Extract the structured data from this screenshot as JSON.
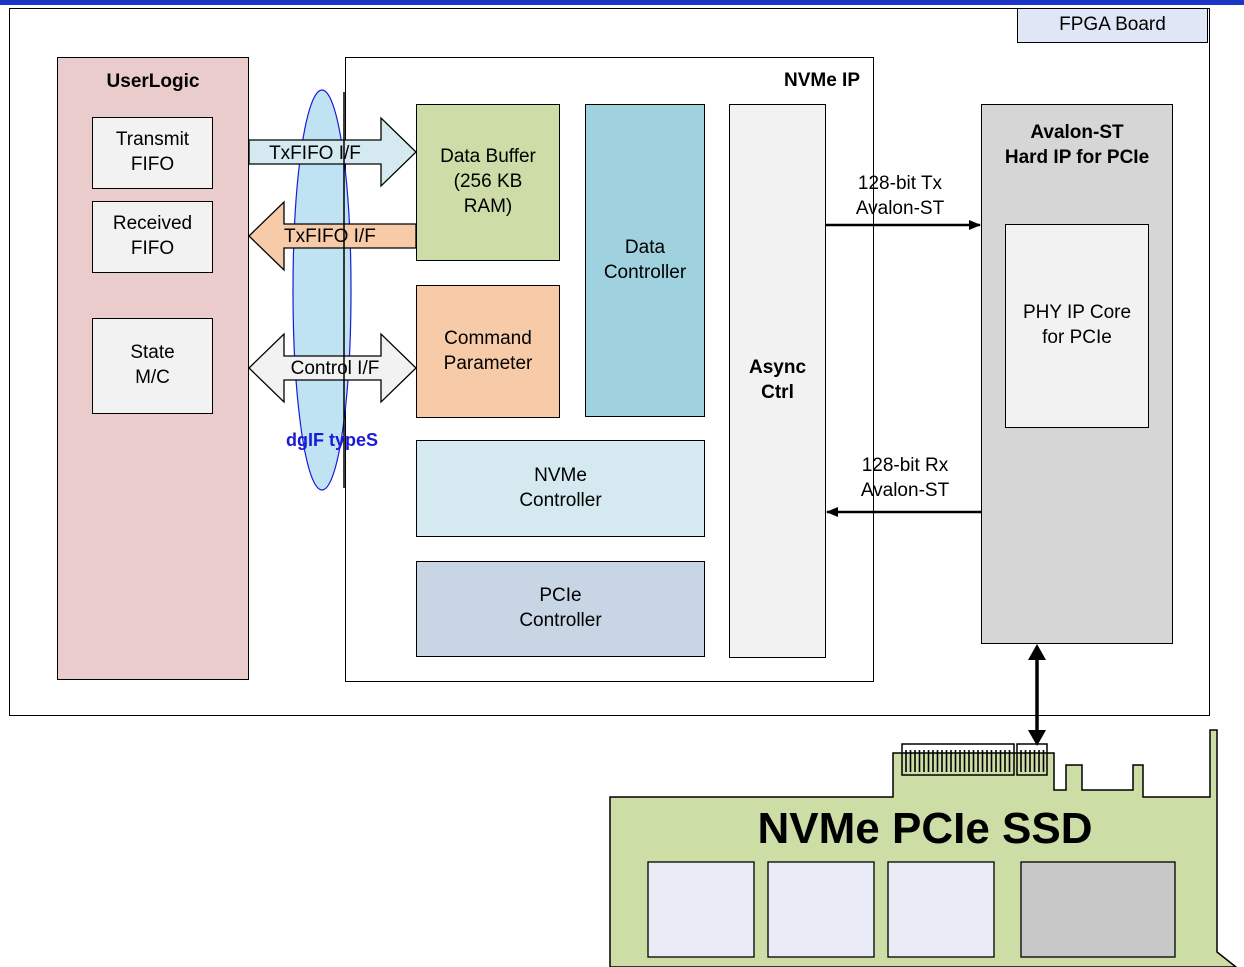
{
  "fpga_board": {
    "label": "FPGA Board"
  },
  "user_logic": {
    "title": "UserLogic",
    "transmit_fifo": "Transmit\nFIFO",
    "received_fifo": "Received\nFIFO",
    "state_mc": "State\nM/C"
  },
  "interfaces": {
    "tx_fifo": "TxFIFO I/F",
    "rx_fifo": "TxFIFO I/F",
    "control": "Control I/F",
    "dgif": "dgIF typeS"
  },
  "nvme_ip": {
    "title": "NVMe IP",
    "data_buffer": "Data Buffer\n(256 KB\nRAM)",
    "command_parameter": "Command\nParameter",
    "data_controller": "Data\nController",
    "async_ctrl": "Async\nCtrl",
    "nvme_controller": "NVMe\nController",
    "pcie_controller": "PCIe\nController"
  },
  "links": {
    "tx": "128-bit Tx\nAvalon-ST",
    "rx": "128-bit Rx\nAvalon-ST"
  },
  "hard_ip": {
    "title": "Avalon-ST\nHard IP for PCIe",
    "phy": "PHY IP Core\nfor PCIe"
  },
  "ssd": {
    "label": "NVMe PCIe SSD"
  },
  "colors": {
    "top_bar": "#1a36c8",
    "user_logic_fill": "#ebcccc",
    "data_buffer_fill": "#cedca8",
    "command_fill": "#f7cba8",
    "data_controller_fill": "#9fd2de",
    "nvme_controller_fill": "#d4eaf0",
    "pcie_controller_fill": "#c8d5e4",
    "hard_ip_fill": "#d6d6d6",
    "ssd_fill": "#ccdda6",
    "ellipse_fill": "#bfe3f3",
    "dgif_text": "#1a1ad8"
  }
}
